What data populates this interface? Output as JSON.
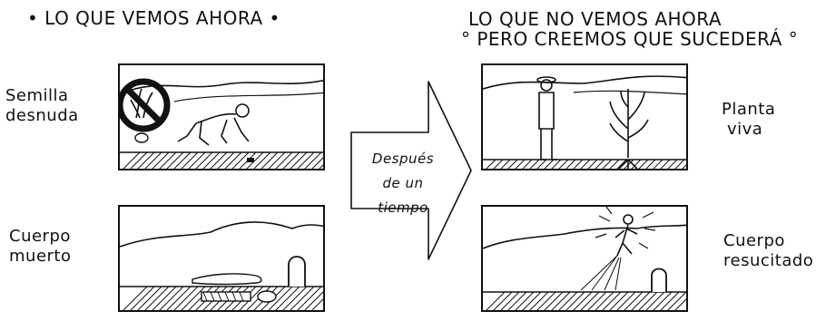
{
  "left_heading": {
    "pre": "•",
    "text": "LO QUE VEMOS AHORA",
    "post": "•"
  },
  "right_heading": {
    "line1": "LO QUE NO VEMOS AHORA",
    "pre": "°",
    "line2": "PERO CREEMOS QUE SUCEDERÁ",
    "post": "°"
  },
  "labels": {
    "seed": [
      "Semilla",
      "desnuda"
    ],
    "dead_body": [
      "Cuerpo",
      "muerto"
    ],
    "plant": [
      "Planta",
      "viva"
    ],
    "risen_body": [
      "Cuerpo",
      "resucitado"
    ]
  },
  "arrow_text": [
    "Después",
    "de un",
    "tiempo"
  ]
}
